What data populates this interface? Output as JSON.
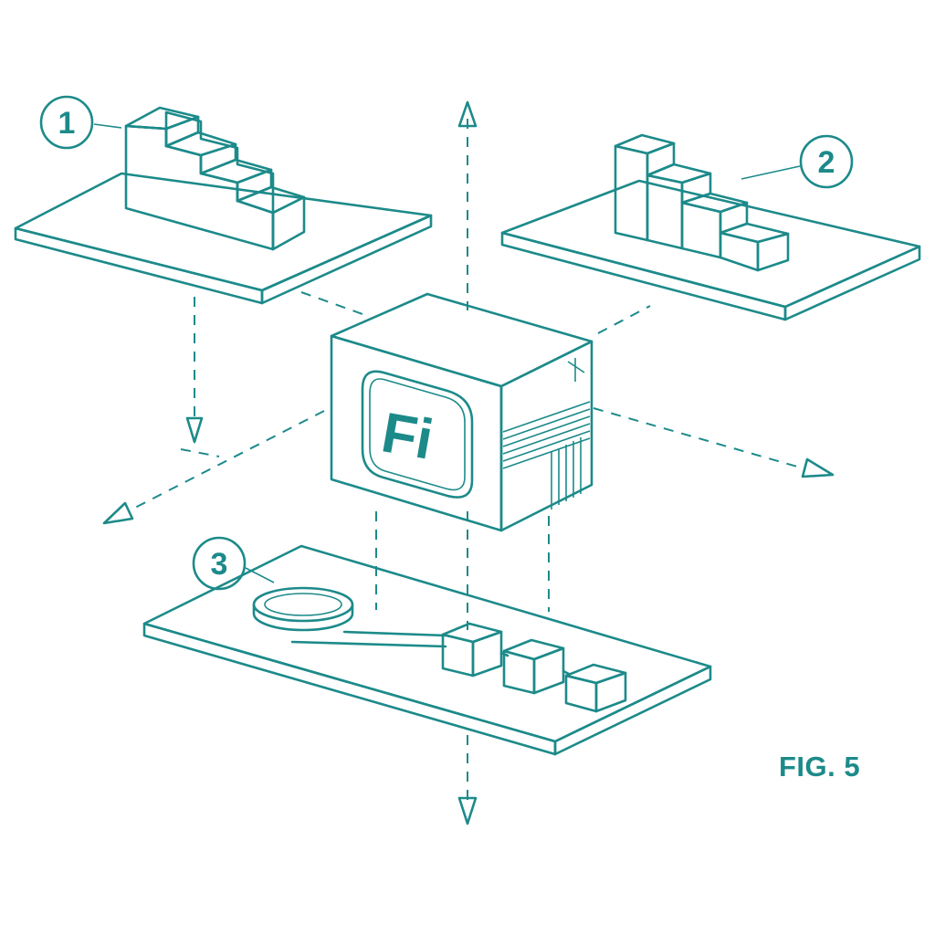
{
  "colors": {
    "ink": "#1d8a8a",
    "paper": "#ffffff"
  },
  "labels": {
    "one": "1",
    "two": "2",
    "three": "3"
  },
  "center_block": {
    "logo_text": "Fi"
  },
  "caption": "FIG. 5"
}
